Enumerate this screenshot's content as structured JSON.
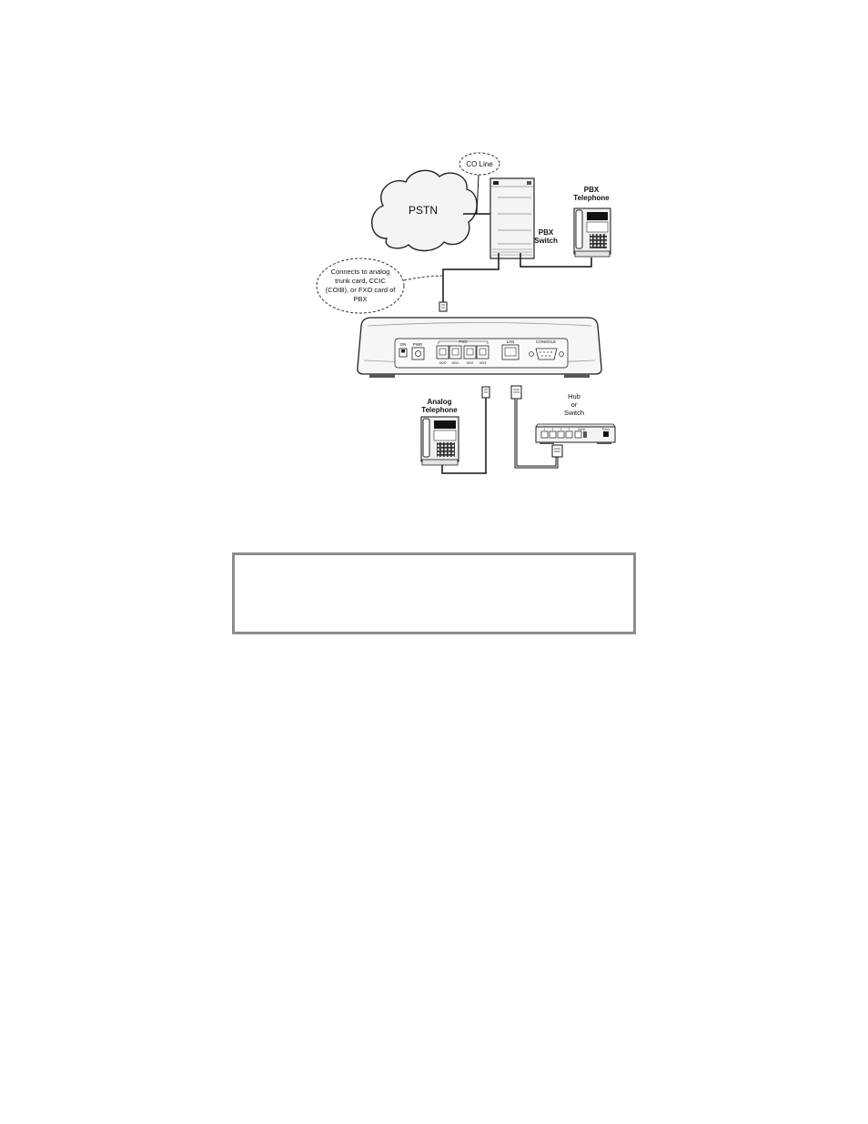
{
  "diagram": {
    "pstn_label": "PSTN",
    "co_line_label": "CO Line",
    "pbx_telephone_label": [
      "PBX",
      "Telephone"
    ],
    "pbx_switch_label": [
      "PBX",
      "Switch"
    ],
    "connects_label": [
      "Connects to analog",
      "trunk card, CCIC",
      "(COIB), or FXO card of",
      "PBX"
    ],
    "analog_telephone_label": [
      "Analog",
      "Telephone"
    ],
    "hub_label": [
      "Hub",
      "or",
      "Switch"
    ],
    "device_ports": {
      "on": "ON",
      "pwr": "PWR",
      "fxo": "FXO",
      "lan": "LAN",
      "console": "CONSOLE",
      "port_sub": [
        "0/0/0",
        "0/0/1",
        "0/0/2",
        "0/0/3"
      ]
    },
    "hub_ports": [
      "1",
      "2",
      "3",
      "4",
      "Uplink",
      "Power"
    ]
  },
  "note_box": {
    "text": ""
  }
}
